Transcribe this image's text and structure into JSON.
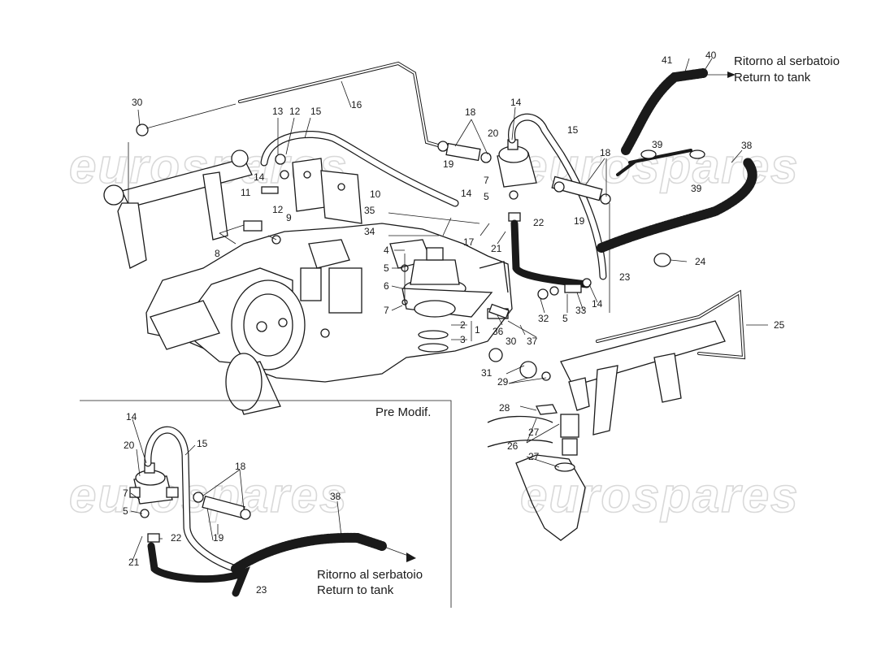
{
  "watermark": "eurospares",
  "labels": {
    "n1": "1",
    "n2": "2",
    "n3": "3",
    "n4": "4",
    "n5": "5",
    "n6": "6",
    "n7": "7",
    "n8": "8",
    "n9": "9",
    "n10": "10",
    "n11": "11",
    "n12": "12",
    "n13": "13",
    "n14": "14",
    "n15": "15",
    "n16": "16",
    "n17": "17",
    "n18": "18",
    "n19": "19",
    "n20": "20",
    "n21": "21",
    "n22": "22",
    "n23": "23",
    "n24": "24",
    "n25": "25",
    "n26": "26",
    "n27": "27",
    "n28": "28",
    "n29": "29",
    "n30": "30",
    "n31": "31",
    "n32": "32",
    "n33": "33",
    "n34": "34",
    "n35": "35",
    "n36": "36",
    "n37": "37",
    "n38": "38",
    "n39": "39",
    "n40": "40",
    "n41": "41"
  },
  "return_caption": {
    "it": "Ritorno al serbatoio",
    "en": "Return to tank"
  },
  "inset": {
    "title": "Pre Modif.",
    "caption_it": "Ritorno al serbatoio",
    "caption_en": "Return to tank",
    "labels": {
      "n5": "5",
      "n7": "7",
      "n14": "14",
      "n15": "15",
      "n18": "18",
      "n19": "19",
      "n20": "20",
      "n21": "21",
      "n22": "22",
      "n23": "23",
      "n38": "38"
    }
  }
}
